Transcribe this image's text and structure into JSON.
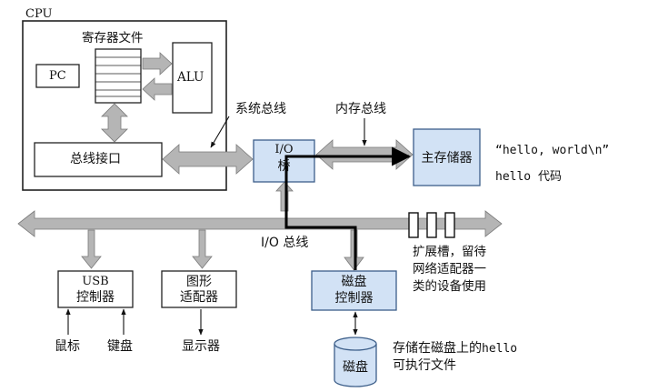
{
  "cpu": {
    "title": "CPU",
    "register_file": "寄存器文件",
    "pc": "PC",
    "alu": "ALU",
    "bus_interface": "总线接口"
  },
  "buses": {
    "system_bus": "系统总线",
    "memory_bus": "内存总线",
    "io_bus": "I/O 总线"
  },
  "io_bridge": {
    "line1": "I/O",
    "line2": "桥"
  },
  "main_memory": {
    "label": "主存储器",
    "string": "“hello, world\\n”",
    "code": "hello 代码"
  },
  "expansion": {
    "line1": "扩展槽，留待",
    "line2": "网络适配器一",
    "line3": "类的设备使用"
  },
  "usb": {
    "line1": "USB",
    "line2": "控制器"
  },
  "graphics": {
    "line1": "图形",
    "line2": "适配器"
  },
  "disk_controller": {
    "line1": "磁盘",
    "line2": "控制器"
  },
  "devices": {
    "mouse": "鼠标",
    "keyboard": "键盘",
    "display": "显示器",
    "disk": "磁盘"
  },
  "disk_note": {
    "line1_prefix": "存储在磁盘上的",
    "line1_code": "hello",
    "line2": "可执行文件"
  },
  "colors": {
    "bus_fill": "#b5b5b5",
    "bus_stroke": "#7a7a7a",
    "highlight_fill": "#d2e2f5",
    "highlight_stroke": "#3d5f8a",
    "box_stroke": "#222222",
    "path": "#000000"
  }
}
